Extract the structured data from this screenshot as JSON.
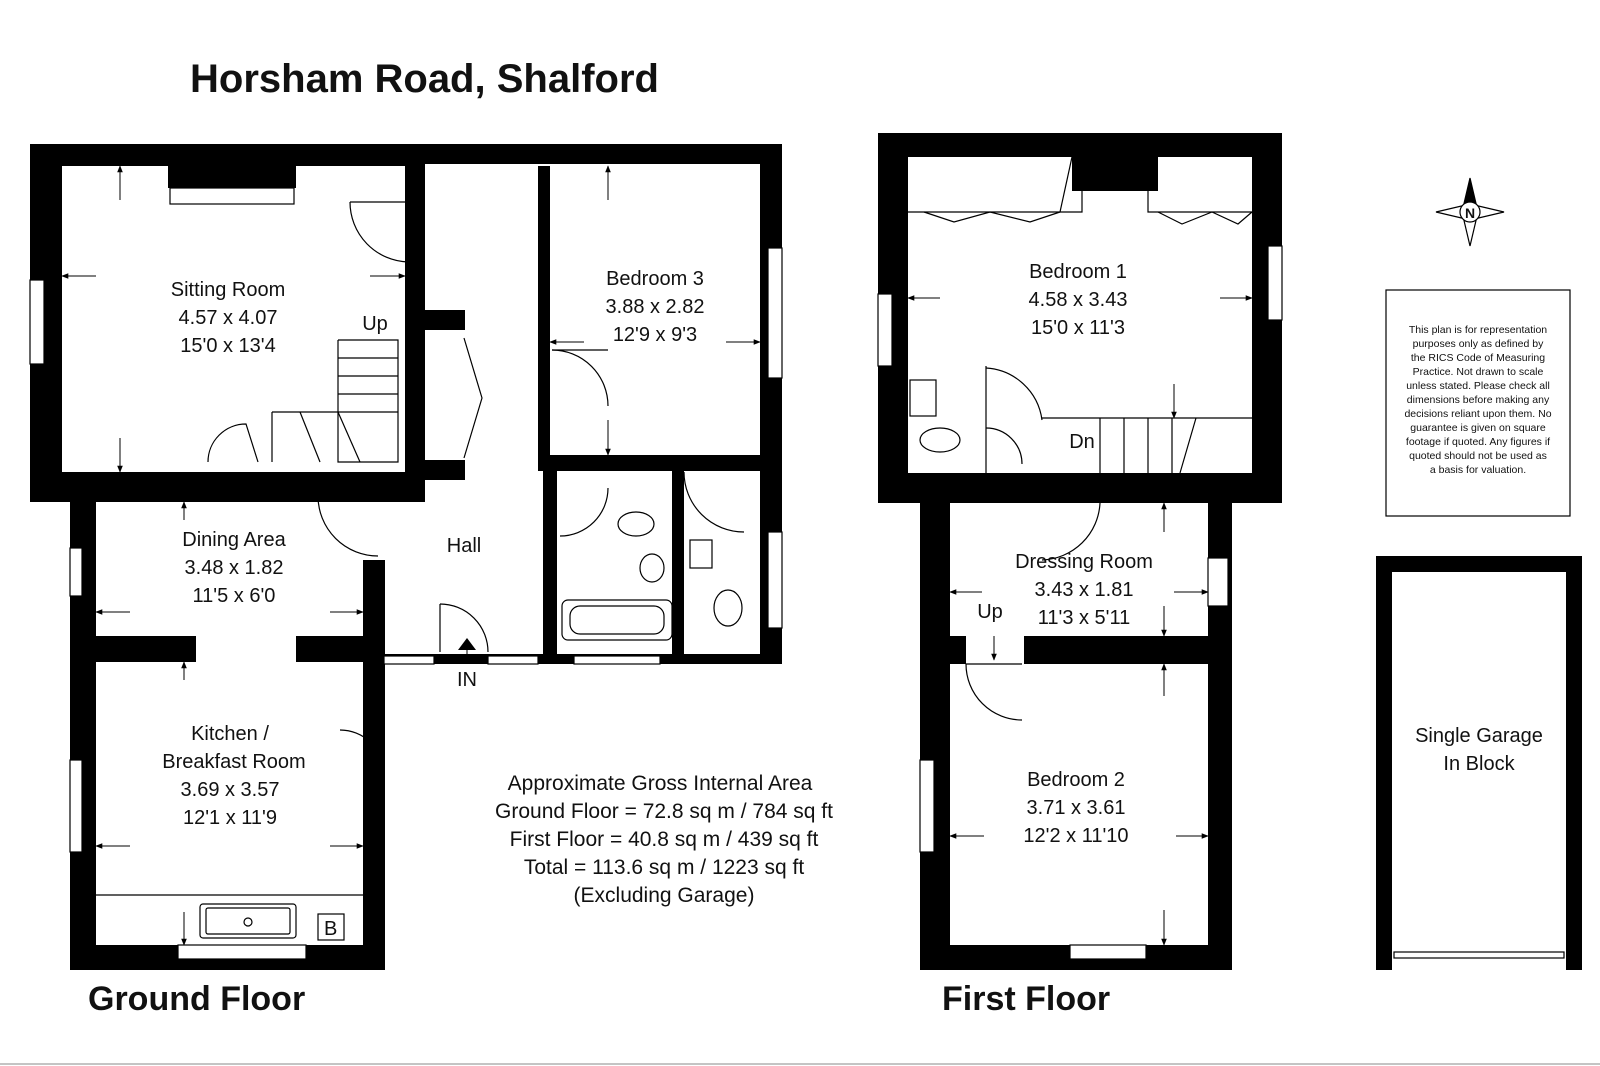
{
  "title": "Horsham Road, Shalford",
  "floors": {
    "ground": "Ground Floor",
    "first": "First Floor"
  },
  "rooms": {
    "sitting": {
      "name": "Sitting Room",
      "metric": "4.57 x 4.07",
      "imperial": "15'0 x 13'4"
    },
    "bedroom3": {
      "name": "Bedroom 3",
      "metric": "3.88 x 2.82",
      "imperial": "12'9 x 9'3"
    },
    "dining": {
      "name": "Dining Area",
      "metric": "3.48 x 1.82",
      "imperial": "11'5 x 6'0"
    },
    "hall": {
      "name": "Hall"
    },
    "kitchen": {
      "name_line1": "Kitchen /",
      "name_line2": "Breakfast Room",
      "metric": "3.69 x 3.57",
      "imperial": "12'1 x 11'9"
    },
    "bedroom1": {
      "name": "Bedroom 1",
      "metric": "4.58 x 3.43",
      "imperial": "15'0 x 11'3"
    },
    "dressing": {
      "name": "Dressing Room",
      "metric": "3.43 x 1.81",
      "imperial": "11'3 x 5'11"
    },
    "bedroom2": {
      "name": "Bedroom 2",
      "metric": "3.71 x 3.61",
      "imperial": "12'2 x 11'10"
    },
    "garage": {
      "line1": "Single Garage",
      "line2": "In Block"
    }
  },
  "labels": {
    "up_ground": "Up",
    "in": "IN",
    "dn": "Dn",
    "up_first": "Up",
    "boiler": "B",
    "north": "N"
  },
  "area_summary": {
    "heading": "Approximate Gross Internal Area",
    "ground": "Ground Floor = 72.8 sq m / 784 sq ft",
    "first": "First Floor = 40.8 sq m / 439 sq ft",
    "total": "Total = 113.6 sq m / 1223 sq ft",
    "note": "(Excluding Garage)"
  },
  "disclaimer": [
    "This plan is for representation",
    "purposes only as defined by",
    "the RICS Code of Measuring",
    "Practice. Not drawn to scale",
    "unless stated. Please check all",
    "dimensions before making any",
    "decisions reliant upon them. No",
    "guarantee is given on square",
    "footage if quoted. Any figures if",
    "quoted should not be used as",
    "a basis for valuation."
  ]
}
